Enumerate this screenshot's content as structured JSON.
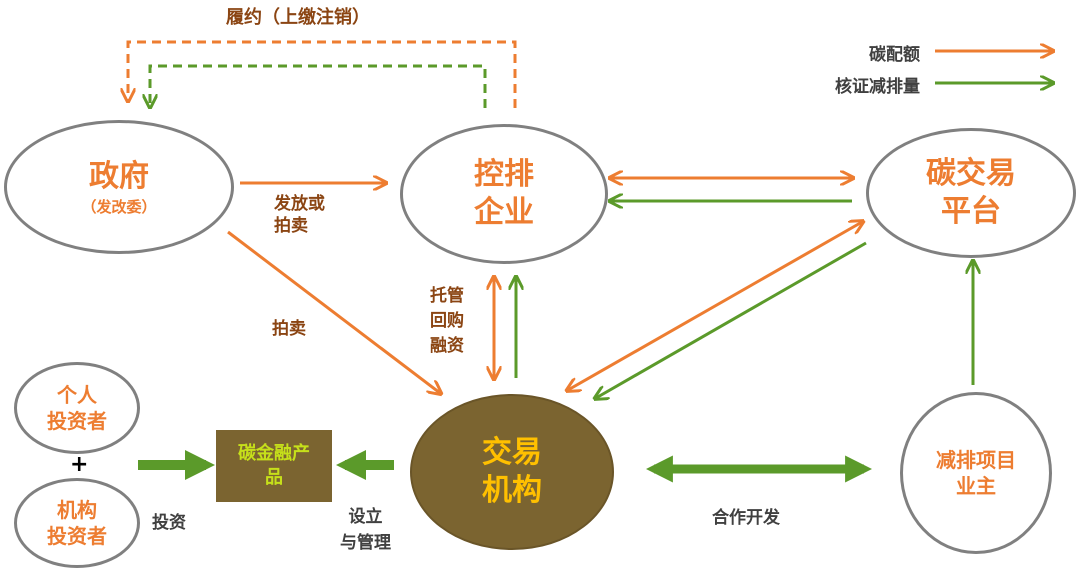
{
  "legend": {
    "items": [
      {
        "label": "碳配额",
        "color": "#ED7D31"
      },
      {
        "label": "核证减排量",
        "color": "#5B9A2A"
      }
    ]
  },
  "nodes": {
    "government": {
      "line1": "政府",
      "line2": "（发改委）"
    },
    "enterprise": {
      "line1": "控排",
      "line2": "企业"
    },
    "platform": {
      "line1": "碳交易",
      "line2": "平台"
    },
    "institution": {
      "line1": "交易",
      "line2": "机构"
    },
    "project_owner": {
      "line1": "减排项目",
      "line2": "业主"
    },
    "individual": {
      "line1": "个人",
      "line2": "投资者"
    },
    "institutional_investor": {
      "line1": "机构",
      "line2": "投资者"
    },
    "financial_product": {
      "line1": "碳金融产",
      "line2": "品"
    },
    "plus": "+"
  },
  "labels": {
    "fulfill": "履约（上缴注销）",
    "issue_line1": "发放或",
    "issue_line2": "拍卖",
    "auction": "拍卖",
    "custody_line1": "托管",
    "custody_line2": "回购",
    "custody_line3": "融资",
    "invest": "投资",
    "setup_line1": "设立",
    "setup_line2": "与管理",
    "cooperate": "合作开发"
  },
  "colors": {
    "orange": "#ED7D31",
    "green": "#5B9A2A",
    "institution_fill": "#7B6430",
    "product_fill": "#7B6430",
    "product_text": "#C6E01A",
    "ellipse_border": "#808080"
  }
}
